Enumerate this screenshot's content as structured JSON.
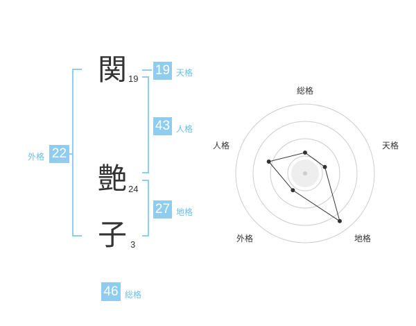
{
  "characters": [
    {
      "char": "関",
      "strokes": "19"
    },
    {
      "char": "艶",
      "strokes": "24"
    },
    {
      "char": "子",
      "strokes": "3"
    }
  ],
  "fortunes": {
    "tenkaku": {
      "value": "19",
      "label": "天格"
    },
    "jinkaku": {
      "value": "43",
      "label": "人格"
    },
    "chikaku": {
      "value": "27",
      "label": "地格"
    },
    "gaikaku": {
      "value": "22",
      "label": "外格"
    },
    "soukaku": {
      "value": "46",
      "label": "総格"
    }
  },
  "colors": {
    "badge": "#8ecdf0",
    "bracket": "#8ecdf0",
    "label": "#6cbde6",
    "ring": "#cccccc",
    "polygon": "#333333"
  },
  "chart_data": {
    "type": "radar",
    "axes": [
      "総格",
      "天格",
      "地格",
      "外格",
      "人格"
    ],
    "values": [
      0.3,
      0.3,
      0.85,
      0.3,
      0.55
    ],
    "range": [
      0,
      1
    ],
    "rings": 4
  }
}
